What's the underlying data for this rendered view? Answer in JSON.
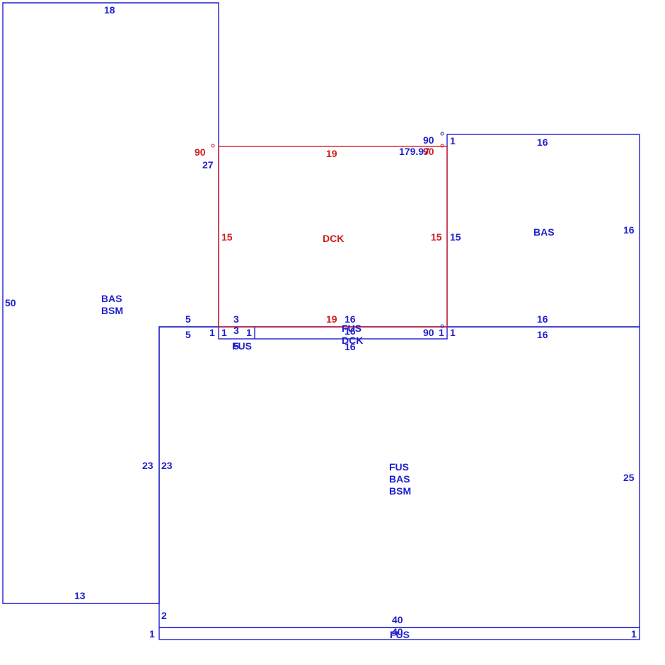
{
  "colors": {
    "structure": "#1f1fcc",
    "deck": "#cc1f1f"
  },
  "areas": {
    "left_block": {
      "line1": "BAS",
      "line2": "BSM"
    },
    "deck": {
      "label": "DCK"
    },
    "right_block": {
      "label": "BAS"
    },
    "main_block": {
      "line1": "FUS",
      "line2": "BAS",
      "line3": "BSM"
    },
    "small_fus": {
      "label": "FUS"
    },
    "overlap": {
      "line1": "FUS",
      "line2": "DCK"
    },
    "bottom_strip": {
      "label": "FUS"
    }
  },
  "dimensions": {
    "left_top": "18",
    "left_side": "50",
    "left_bottom": "13",
    "left_inner": "27",
    "step_top": "5",
    "step_bottom": "5",
    "deck_top": "19",
    "deck_left": "15",
    "deck_right": "15",
    "deck_bottom": "19",
    "deck_angle_left": "90",
    "deck_angle_right": "90",
    "deck_angle_right_value": "179.97",
    "right_angle": "90",
    "right_top_one": "1",
    "right_top": "16",
    "right_side": "16",
    "right_left": "15",
    "right_bottom": "16",
    "main_top_right": "16",
    "main_top_one": "1",
    "main_angle": "90",
    "small_one_left": "1",
    "small_one_a": "1",
    "small_three_top": "3",
    "small_three_mid": "3",
    "small_five": "5",
    "small_one_b": "1",
    "small_one_c": "1",
    "overlap_top": "16",
    "overlap_mid": "16",
    "overlap_bottom": "16",
    "main_left_outer": "23",
    "main_left_inner": "23",
    "main_right": "25",
    "main_bottom": "40",
    "strip_top": "40",
    "strip_left": "1",
    "strip_right": "1",
    "strip_step": "2"
  }
}
